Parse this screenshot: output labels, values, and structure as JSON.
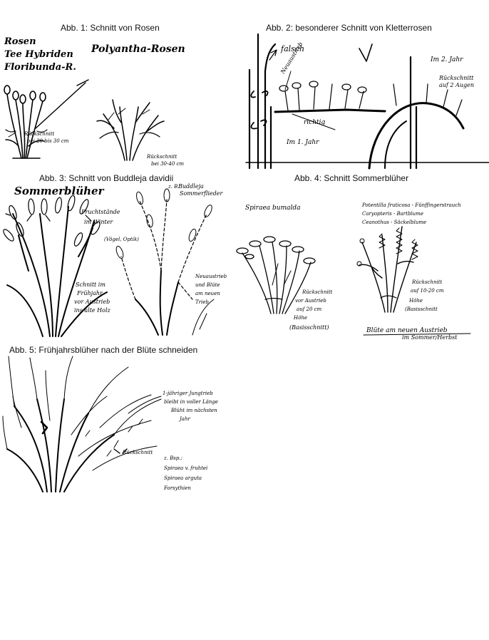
{
  "captions": {
    "fig1": "Abb. 1: Schnitt von Rosen",
    "fig2": "Abb. 2: besonderer Schnitt von Kletterrosen",
    "fig3": "Abb. 3: Schnitt von Buddleja davidii",
    "fig4": "Abb. 4: Schnitt Sommerblüher",
    "fig5": "Abb. 5: Frühjahrsblüher nach der Blüte schneiden"
  },
  "fig1": {
    "heading_left": [
      "Rosen",
      "Tee Hybriden",
      "Floribunda-R."
    ],
    "heading_right": "Polyantha-Rosen",
    "note_left": [
      "Rückschnitt",
      "bei 20 bis 30 cm"
    ],
    "note_right": [
      "Rückschnitt",
      "bei 30-40 cm"
    ]
  },
  "fig2": {
    "label_wrong": "falsch",
    "label_right": "richtig",
    "label_year1": "Im 1. Jahr",
    "label_year2": "Im 2. Jahr",
    "label_growth": "Neuaustrieb",
    "note_cut": [
      "Rückschnitt",
      "auf 2 Augen"
    ]
  },
  "fig3": {
    "heading": "Sommerblüher",
    "example": [
      "z. B.",
      "Buddleja",
      "Sommerflieder"
    ],
    "note_fruit": [
      "Fruchtstände",
      "im Winter",
      "(Vögel, Optik)"
    ],
    "note_cut": [
      "Schnitt im",
      "Frühjahr",
      "vor Austrieb",
      "ins alte Holz"
    ],
    "note_new": [
      "Neuaustrieb",
      "und Blüte",
      "am neuen",
      "Trieb"
    ]
  },
  "fig4": {
    "species_left": "Spiraea bumalda",
    "species_right": [
      "Potentilla fruticosa - Fünffingerstrauch",
      "Caryopteris - Bartblume",
      "Ceanothus - Säckelblume"
    ],
    "note_left": [
      "Rückschnitt",
      "vor Austrieb",
      "auf 20 cm",
      "Höhe",
      "(Basisschnitt)"
    ],
    "note_right": [
      "Rückschnitt",
      "auf 10-20 cm",
      "Höhe",
      "(Basisschnitt"
    ],
    "note_bottom": [
      "Blüte am neuen Austrieb",
      "im Sommer/Herbst"
    ]
  },
  "fig5": {
    "note_growth": [
      "1-jähriger Jungtrieb",
      "bleibt in voller Länge",
      "Blüht im nächsten",
      "Jahr"
    ],
    "note_cut": "Rückschnitt",
    "examples": [
      "z. Bsp.:",
      "Spiraea v. fruhtei",
      "Spiraea arguta",
      "Forsythien"
    ]
  }
}
